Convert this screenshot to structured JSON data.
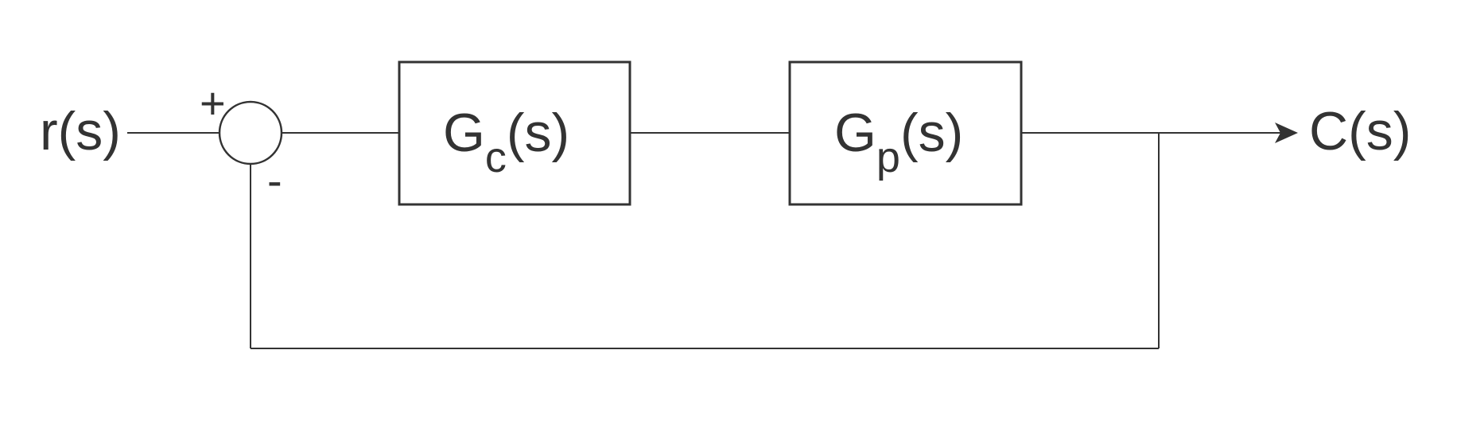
{
  "diagram": {
    "input": {
      "base": "r",
      "arg": "(s)"
    },
    "output": {
      "base": "C",
      "arg": "(s)"
    },
    "controller": {
      "base": "G",
      "sub": "c",
      "arg": "(s)"
    },
    "plant": {
      "base": "G",
      "sub": "p",
      "arg": "(s)"
    },
    "summing_junction": {
      "plus": "+",
      "minus": "-"
    }
  },
  "colors": {
    "stroke": "#333333",
    "background": "#ffffff"
  }
}
